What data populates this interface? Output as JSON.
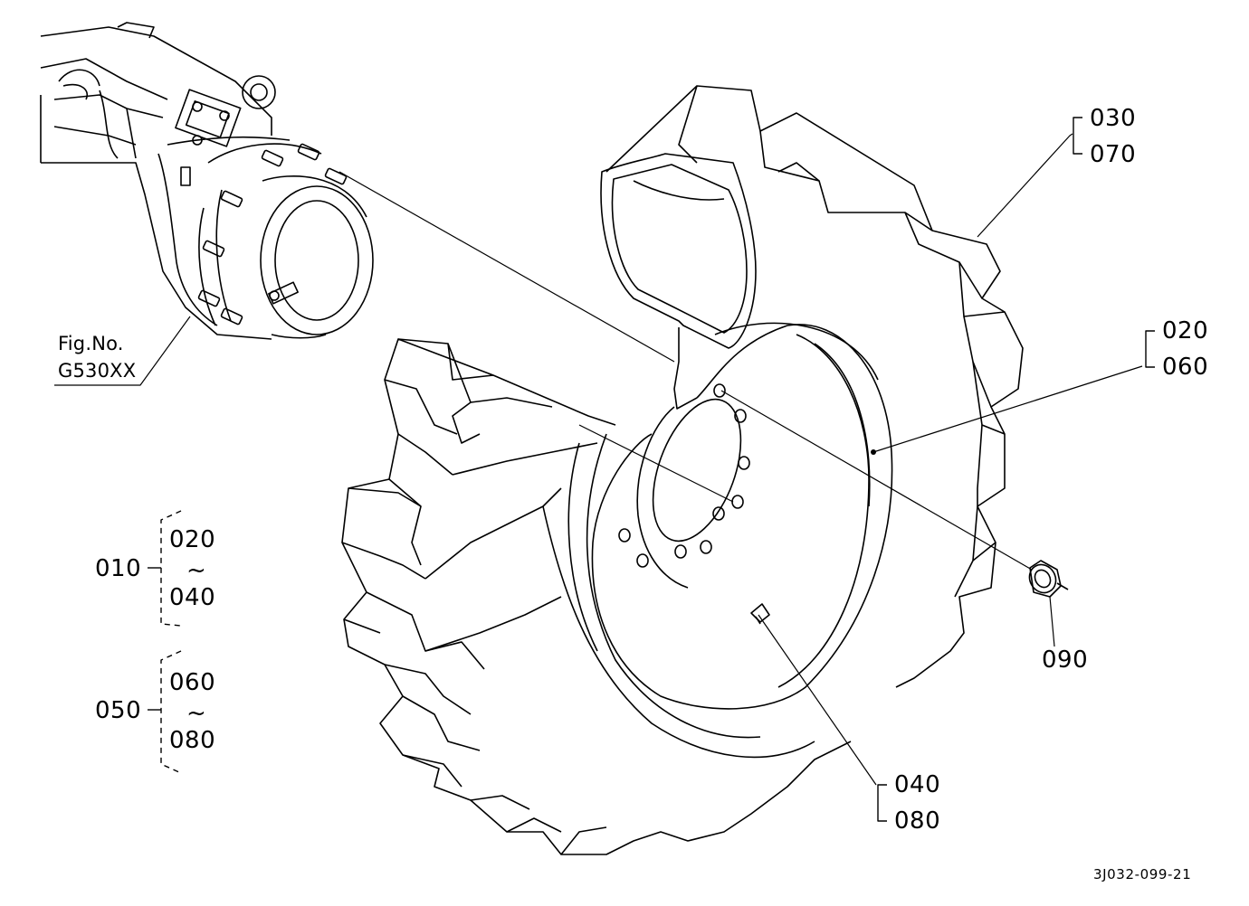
{
  "callouts": {
    "c030": "030",
    "c070": "070",
    "c020": "020",
    "c060": "060",
    "c090": "090",
    "c040": "040",
    "c080": "080"
  },
  "fig_ref": {
    "line1": "Fig.No.",
    "line2": "G530XX"
  },
  "groups": [
    {
      "id": "010",
      "from": "020",
      "sep": "~",
      "to": "040"
    },
    {
      "id": "050",
      "from": "060",
      "sep": "~",
      "to": "080"
    }
  ],
  "diagram_code": "3J032-099-21",
  "colors": {
    "ink": "#000000",
    "paper": "#ffffff"
  }
}
